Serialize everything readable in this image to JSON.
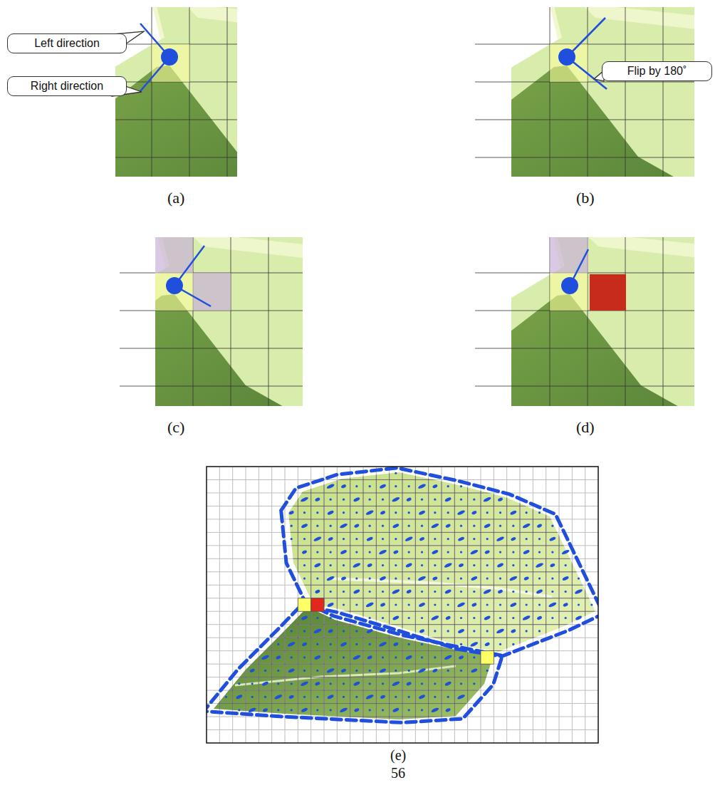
{
  "diagram": {
    "nodes": [
      {
        "text": [
          "Left direction"
        ]
      },
      {
        "text": [
          "Right direction"
        ]
      },
      {
        "text": [
          "Flip by 180˚"
        ]
      }
    ],
    "labels": [
      "(a)",
      "(b)",
      "(c)",
      "(d)",
      "(e)",
      "56"
    ]
  }
}
